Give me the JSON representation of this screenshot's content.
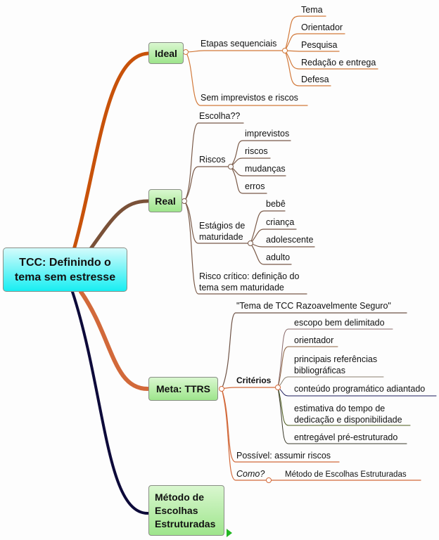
{
  "title": "TCC: Definindo o tema sem estresse",
  "colors": {
    "ideal": "#c8520a",
    "real": "#7a5138",
    "meta": "#d2693a",
    "metodo": "#0d0a3a",
    "sub_ideal": "#d2793a",
    "sub_real": "#7a5a48",
    "node_fill_top": "#d9f7cf",
    "node_fill_bottom": "#9ee58c",
    "root_fill": "#17eef2",
    "expander": "#22b722"
  },
  "branches": {
    "ideal": {
      "label": "Ideal",
      "etapas": {
        "label": "Etapas sequenciais",
        "children": [
          "Tema",
          "Orientador",
          "Pesquisa",
          "Redação e entrega",
          "Defesa"
        ]
      },
      "sem": "Sem imprevistos e riscos"
    },
    "real": {
      "label": "Real",
      "escolha": "Escolha??",
      "riscos": {
        "label": "Riscos",
        "children": [
          "imprevistos",
          "riscos",
          "mudanças",
          "erros"
        ]
      },
      "estagios": {
        "label": "Estágios de maturidade",
        "children": [
          "bebê",
          "criança",
          "adolescente",
          "adulto"
        ]
      },
      "critico": "Risco crítico: definição do tema sem maturidade"
    },
    "meta": {
      "label": "Meta: TTRS",
      "tema": "\"Tema de TCC Razoavelmente Seguro\"",
      "criterios": {
        "label": "Critérios",
        "children": [
          "escopo bem delimitado",
          "orientador",
          "principais referências bibliográficas",
          "conteúdo programático adiantado",
          "estimativa do tempo de dedicação e disponibilidade",
          "entregável pré-estruturado"
        ]
      },
      "possivel": "Possível: assumir riscos",
      "como": {
        "label": "Como?",
        "child": "Método de Escolhas Estruturadas"
      }
    },
    "metodo": {
      "label": "Método de Escolhas Estruturadas"
    }
  }
}
